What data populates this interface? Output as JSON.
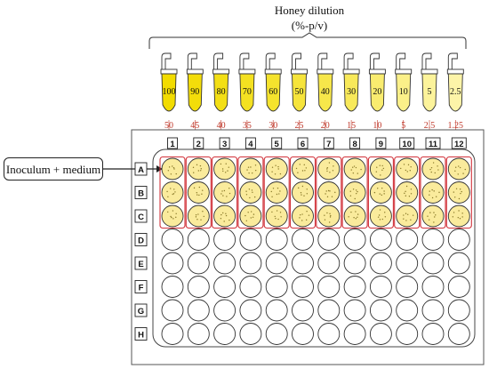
{
  "title": {
    "line1": "Honey dilution",
    "line2": "(%-p/v)"
  },
  "dilutions": [
    "100",
    "90",
    "80",
    "70",
    "60",
    "50",
    "40",
    "30",
    "20",
    "10",
    "5",
    "2.5"
  ],
  "final_concentrations": [
    "50",
    "45",
    "40",
    "35",
    "30",
    "25",
    "20",
    "15",
    "10",
    "5",
    "2.5",
    "1.25"
  ],
  "column_labels": [
    "1",
    "2",
    "3",
    "4",
    "5",
    "6",
    "7",
    "8",
    "9",
    "10",
    "11",
    "12"
  ],
  "row_labels": [
    "A",
    "B",
    "C",
    "D",
    "E",
    "F",
    "G",
    "H"
  ],
  "inoculated_rows": [
    "A",
    "B",
    "C"
  ],
  "annotation": "Inoculum + medium",
  "tube_fill_levels": [
    1.0,
    0.9,
    0.8,
    0.7,
    0.6,
    0.5,
    0.4,
    0.3,
    0.2,
    0.1,
    0.05,
    0.025
  ],
  "colors": {
    "tube_liquid_strong": "#f2dc00",
    "tube_liquid_weak": "#fff9c8",
    "inoculated_well": "#faeb9c",
    "well_group_border": "#d1323a",
    "concentration_text": "#c0392b",
    "outline": "#333333"
  }
}
